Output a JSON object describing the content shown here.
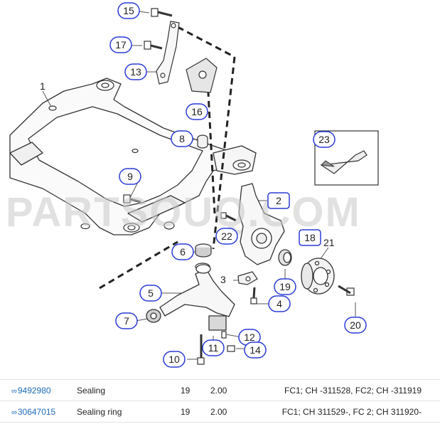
{
  "watermark": "PARTSOUQ.COM",
  "diagram": {
    "callouts": [
      "15",
      "17",
      "13",
      "16",
      "8",
      "9",
      "2",
      "22",
      "18",
      "6",
      "21",
      "5",
      "4",
      "19",
      "7",
      "12",
      "11",
      "14",
      "10",
      "20",
      "23"
    ],
    "plain_labels": [
      "1",
      "3",
      "21"
    ]
  },
  "parts": [
    {
      "number": "9492980",
      "name": "Sealing",
      "qty": "19",
      "price": "2.00",
      "note": "FC1; CH -311528, FC2; CH -311919"
    },
    {
      "number": "30647015",
      "name": "Sealing ring",
      "qty": "19",
      "price": "2.00",
      "note": "FC1; CH 311529-, FC 2; CH 311920-"
    }
  ],
  "colors": {
    "callout_border": "#2a3bd6",
    "link": "#1e6bb8",
    "line_art": "#333333"
  },
  "icons": {
    "part_link": "link-icon"
  }
}
